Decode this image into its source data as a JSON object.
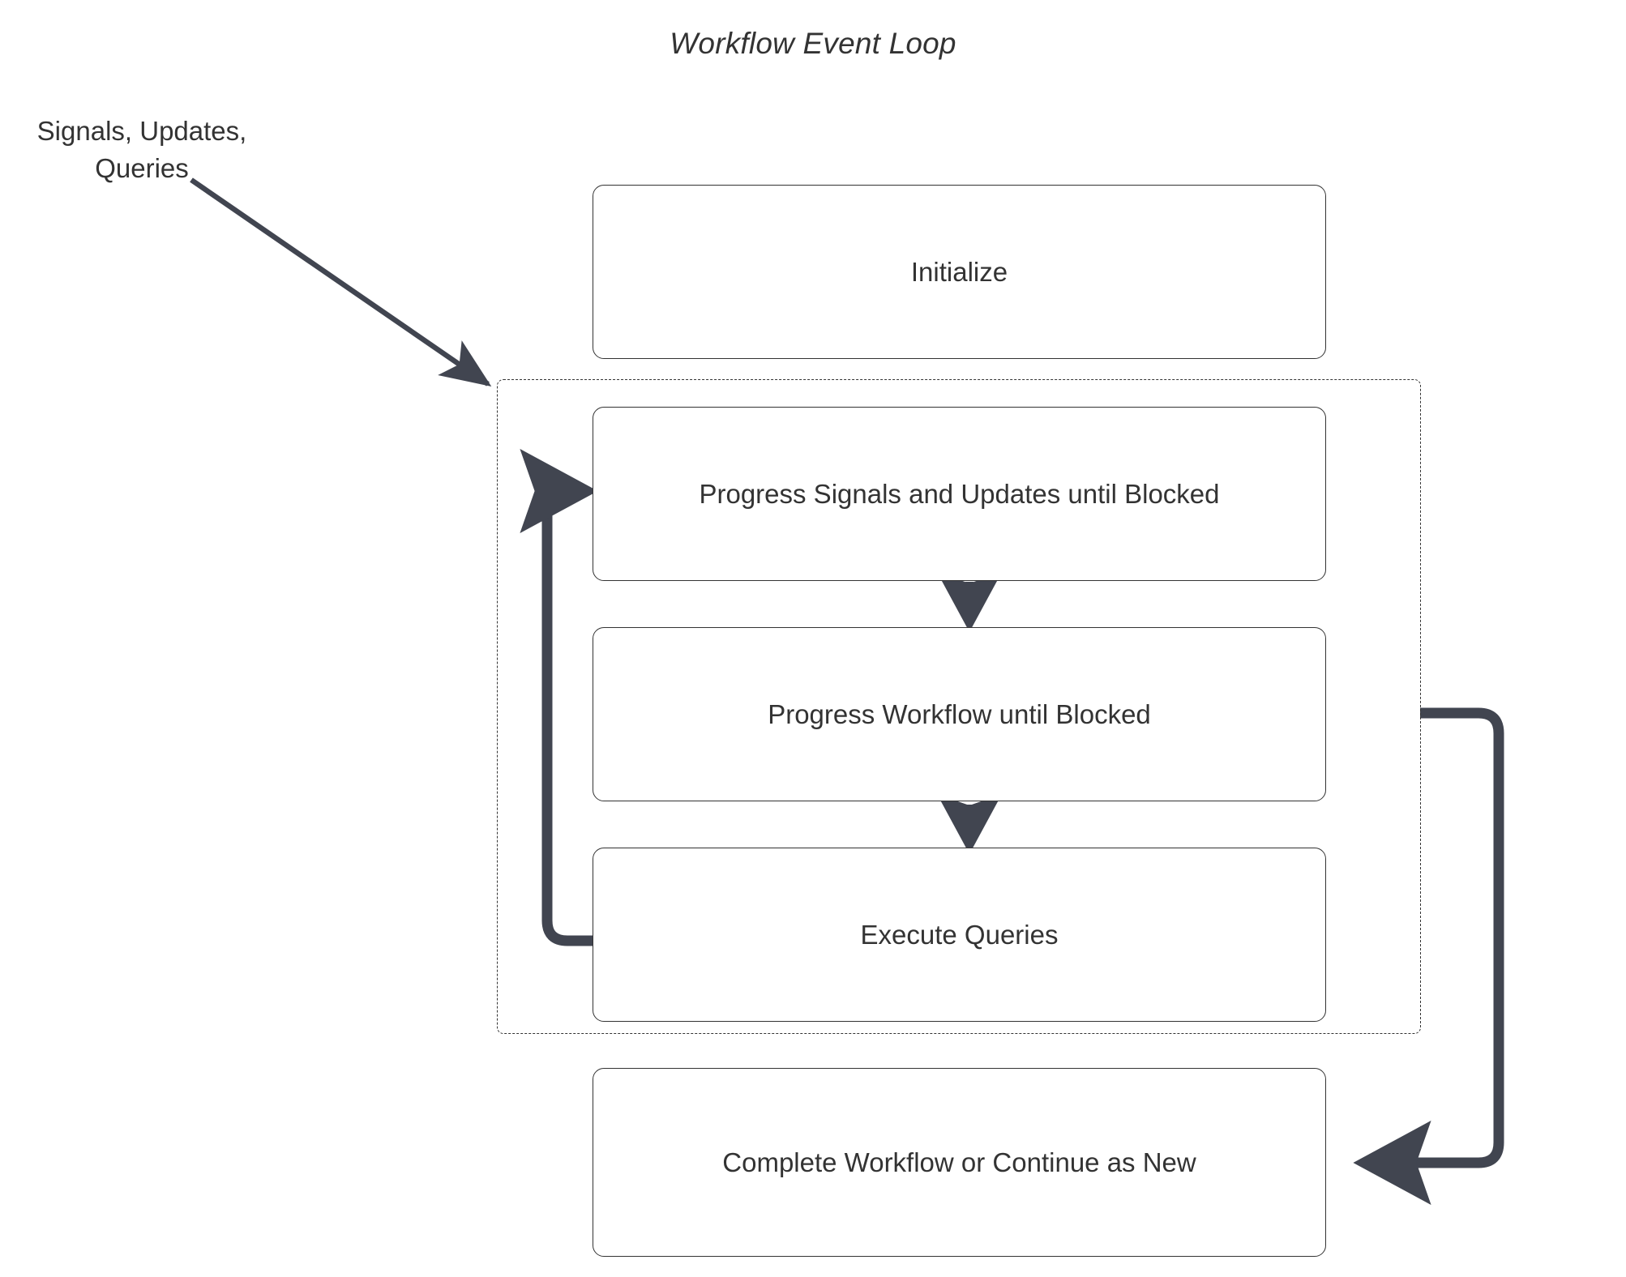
{
  "title": "Workflow Event Loop",
  "external_label": {
    "line1": "Signals, Updates,",
    "line2": "Queries"
  },
  "nodes": {
    "initialize": "Initialize",
    "progress_signals": "Progress Signals and Updates until Blocked",
    "progress_workflow": "Progress Workflow until Blocked",
    "execute_queries": "Execute Queries",
    "complete_workflow": "Complete Workflow or Continue as New"
  },
  "colors": {
    "node_border": "#333333",
    "node_fill": "#ffffff",
    "arrow": "#414550",
    "text": "#333333",
    "background": "#ffffff",
    "group_border": "#333333"
  },
  "edges": [
    {
      "name": "input-to-loop",
      "from": "Signals, Updates, Queries",
      "to": "event loop group",
      "style": "solid-arrow"
    },
    {
      "name": "signals-to-workflow",
      "from": "Progress Signals and Updates until Blocked",
      "to": "Progress Workflow until Blocked",
      "style": "solid-arrow"
    },
    {
      "name": "workflow-to-queries",
      "from": "Progress Workflow until Blocked",
      "to": "Execute Queries",
      "style": "solid-arrow"
    },
    {
      "name": "queries-loop-back",
      "from": "Execute Queries",
      "to": "Progress Signals and Updates until Blocked",
      "style": "solid-arrow"
    },
    {
      "name": "loop-to-complete",
      "from": "event loop group",
      "to": "Complete Workflow or Continue as New",
      "style": "solid-arrow"
    }
  ]
}
